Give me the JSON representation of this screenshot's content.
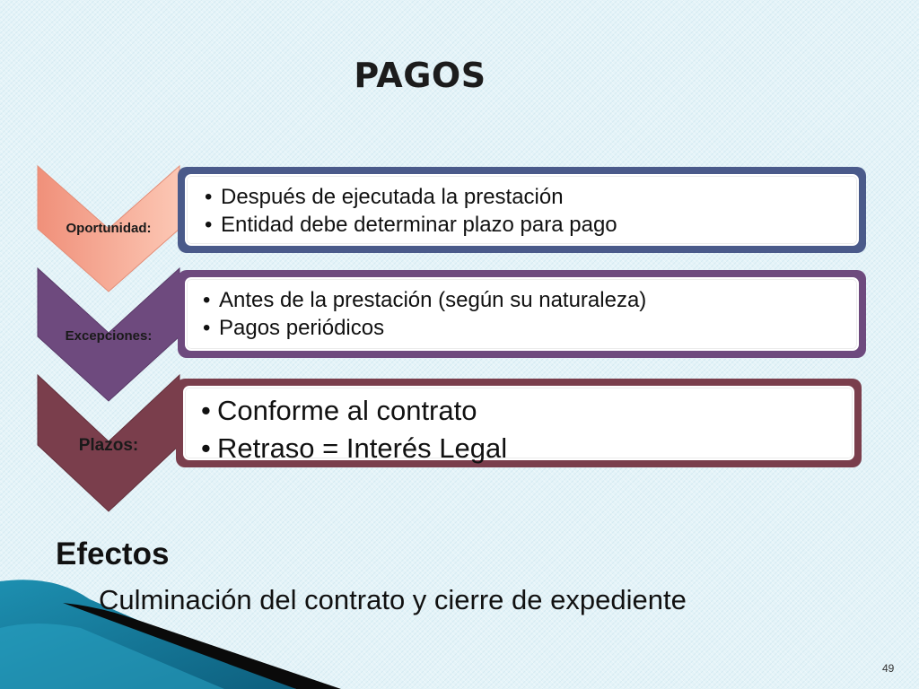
{
  "slide": {
    "title": "PAGOS",
    "page_number": "49"
  },
  "rows": [
    {
      "label": "Oportunidad:",
      "chevron_color": "#f6a890",
      "border_color": "#4a5a8a",
      "bullets": [
        "Después de ejecutada la prestación",
        "Entidad debe determinar plazo para pago"
      ]
    },
    {
      "label": "Excepciones:",
      "chevron_color": "#6e4a7e",
      "border_color": "#6e4a7e",
      "bullets": [
        "Antes de la prestación (según su naturaleza)",
        "Pagos periódicos"
      ]
    },
    {
      "label": "Plazos:",
      "chevron_color": "#7a3e4c",
      "border_color": "#7a3e4c",
      "bullets": [
        "Conforme al contrato",
        "Retraso = Interés Legal"
      ]
    }
  ],
  "efectos": {
    "heading": "Efectos",
    "text": "Culminación del contrato y cierre de expediente"
  }
}
